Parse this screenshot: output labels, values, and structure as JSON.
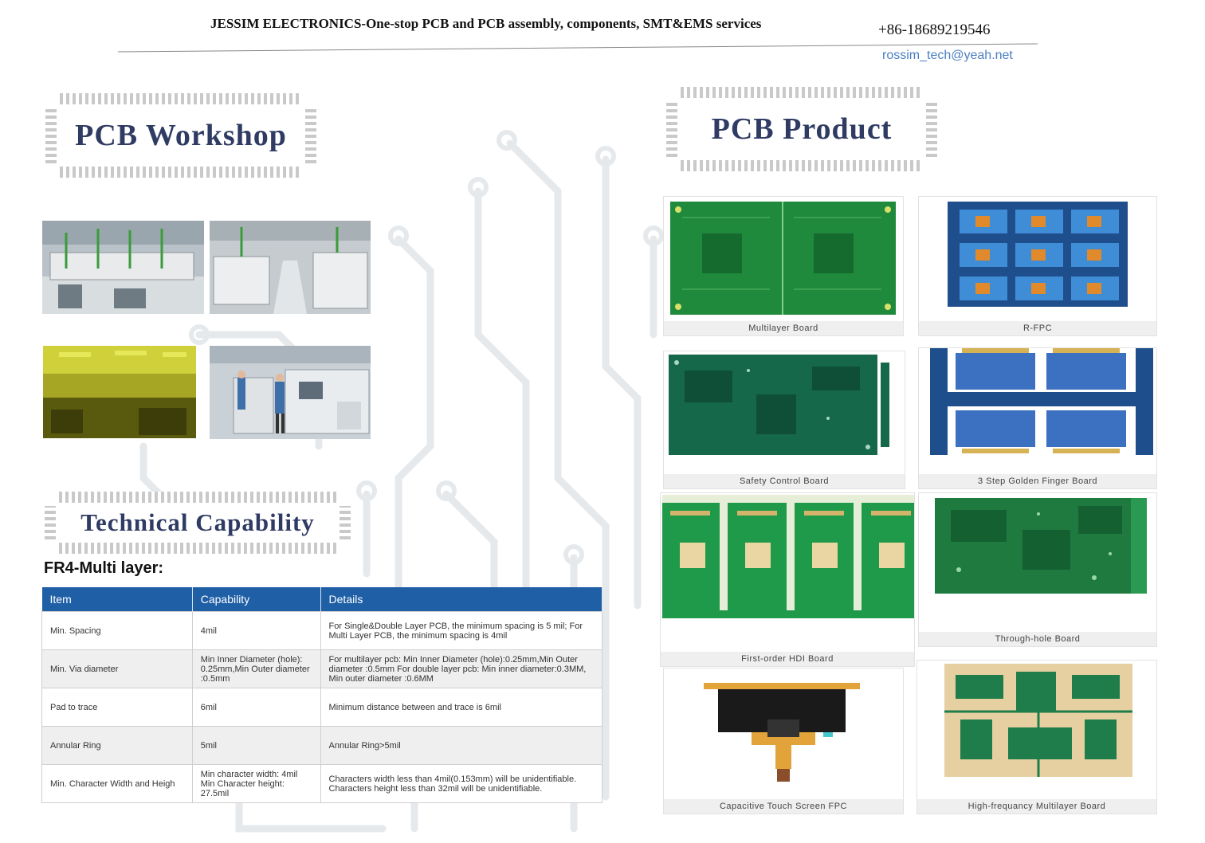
{
  "header": {
    "title": "JESSIM ELECTRONICS-One-stop PCB and PCB assembly, components, SMT&EMS services",
    "phone": "+86-18689219546",
    "email": "rossim_tech@yeah.net"
  },
  "headings": {
    "workshop": "PCB Workshop",
    "product": "PCB Product",
    "technical": "Technical Capability"
  },
  "subheading": "FR4-Multi layer:",
  "table": {
    "headers": [
      "Item",
      "Capability",
      "Details"
    ],
    "rows": [
      {
        "item": "Min. Spacing",
        "capability": "4mil",
        "details": "For Single&Double Layer PCB, the minimum spacing is 5 mil; For Multi Layer PCB, the minimum spacing is 4mil"
      },
      {
        "item": "Min. Via diameter",
        "capability": "Min Inner Diameter (hole): 0.25mm,Min Outer diameter :0.5mm",
        "details": "For multilayer pcb: Min Inner Diameter (hole):0.25mm,Min Outer diameter :0.5mm        For double layer pcb: Min inner diameter:0.3MM, Min outer diameter :0.6MM"
      },
      {
        "item": "Pad to trace",
        "capability": "6mil",
        "details": "Minimum distance between  and trace is 6mil"
      },
      {
        "item": "Annular Ring",
        "capability": "5mil",
        "details": "Annular Ring>5mil"
      },
      {
        "item": "Min. Character Width and Heigh",
        "capability": "Min character width: 4mil Min Character height: 27.5mil",
        "details": "Characters width less than 4mil(0.153mm) will be unidentifiable. Characters height less than 32mil will be unidentifiable."
      }
    ]
  },
  "products": [
    {
      "label": "Multilayer Board"
    },
    {
      "label": "R-FPC"
    },
    {
      "label": "Safety Control Board"
    },
    {
      "label": "3 Step Golden Finger Board"
    },
    {
      "label": "First-order HDI Board"
    },
    {
      "label": "Through-hole Board"
    },
    {
      "label": "Capacitive Touch Screen FPC"
    },
    {
      "label": "High-frequancy Multilayer Board"
    }
  ],
  "colors": {
    "table_header": "#1f5fa6",
    "heading_text": "#2f3b63",
    "email": "#4a7fc1",
    "pcb_green": "#1f8a3c",
    "pcb_blue": "#1e4f8c"
  }
}
